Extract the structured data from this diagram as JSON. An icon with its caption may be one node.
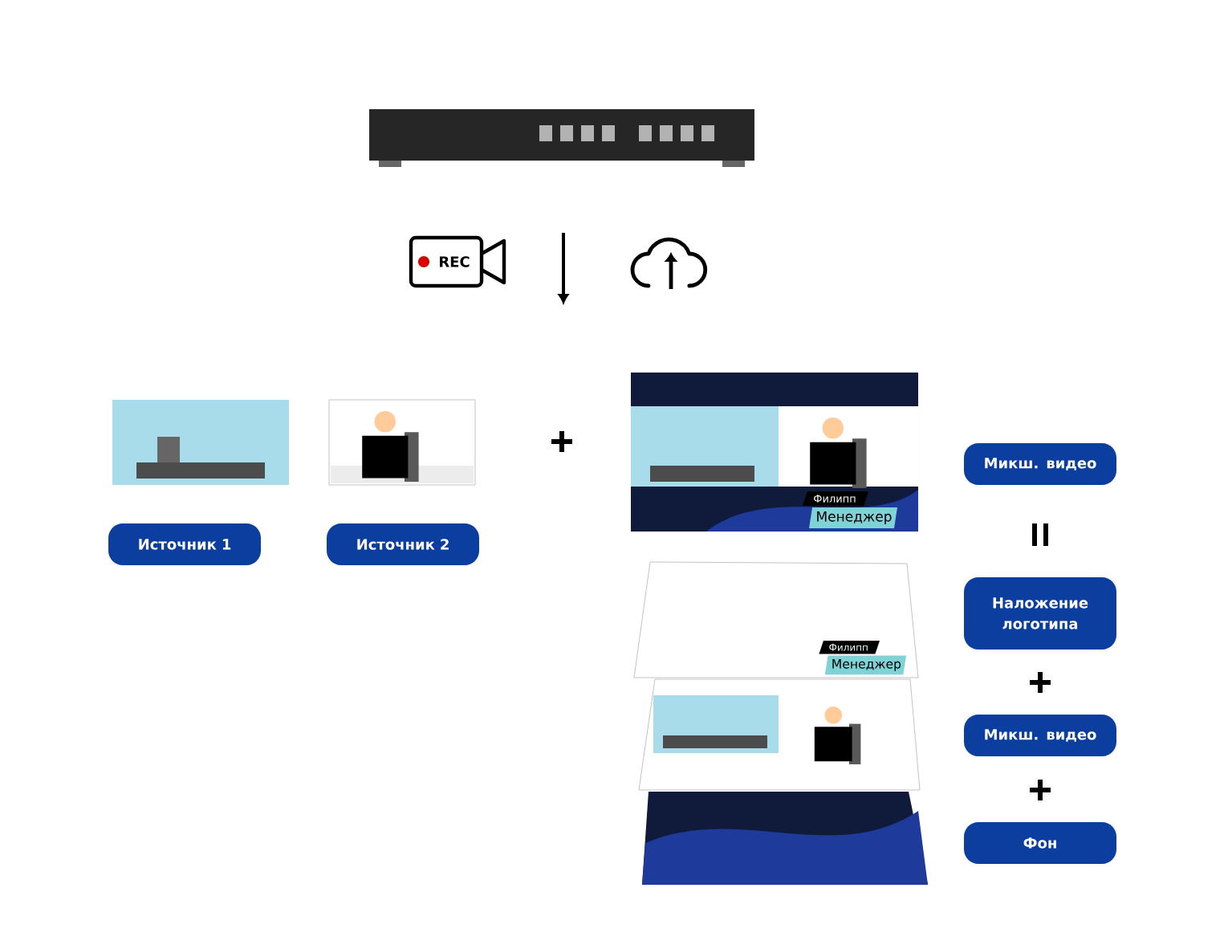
{
  "diagram": {
    "nodes": [
      {
        "text": [
          "Источник 1"
        ]
      },
      {
        "text": [
          "Источник 2"
        ]
      },
      {
        "text": [
          "Микш. видео"
        ]
      },
      {
        "text": [
          "Наложение логотипа"
        ]
      },
      {
        "text": [
          "Микш. видео"
        ]
      },
      {
        "text": [
          "Фон"
        ]
      }
    ],
    "labels": [
      "REC",
      "Филипп",
      "Менеджер",
      "Филипп",
      "Менеджер"
    ]
  }
}
